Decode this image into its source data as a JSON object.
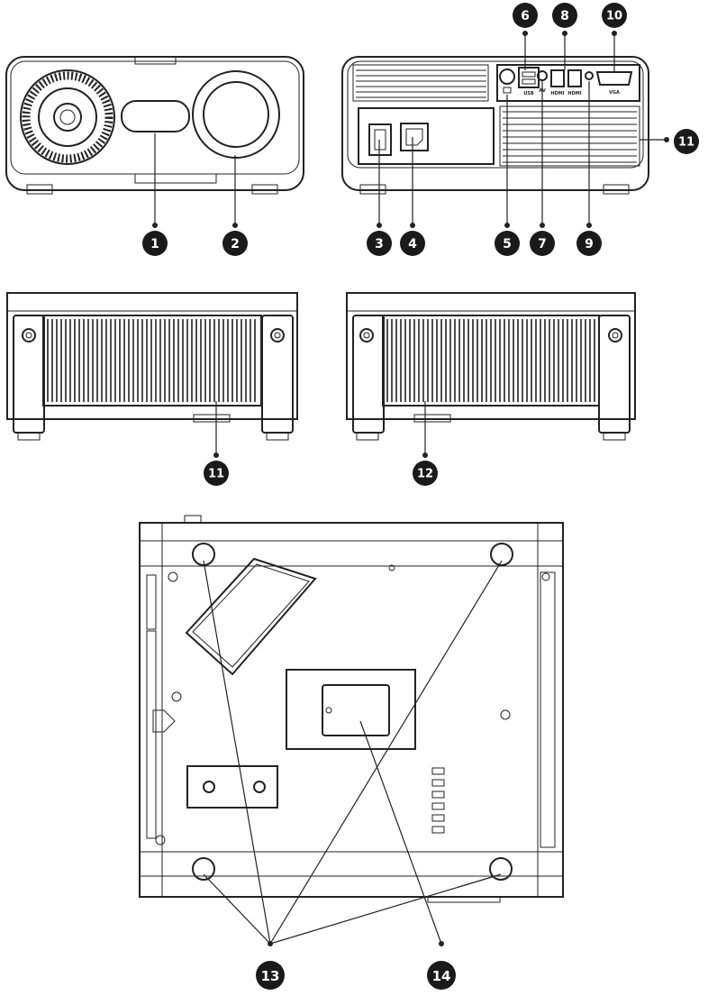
{
  "callouts": {
    "c1": "1",
    "c2": "2",
    "c3": "3",
    "c4": "4",
    "c5": "5",
    "c6": "6",
    "c7": "7",
    "c8": "8",
    "c9": "9",
    "c10": "10",
    "c11a": "11",
    "c11b": "11",
    "c12": "12",
    "c13": "13",
    "c14": "14"
  },
  "port_labels": {
    "usb": "USB",
    "av": "AV",
    "hdmi1": "HDMI",
    "hdmi2": "HDMI",
    "vga": "VGA"
  },
  "colors": {
    "ink": "#222222",
    "badge": "#1a1a1a"
  }
}
